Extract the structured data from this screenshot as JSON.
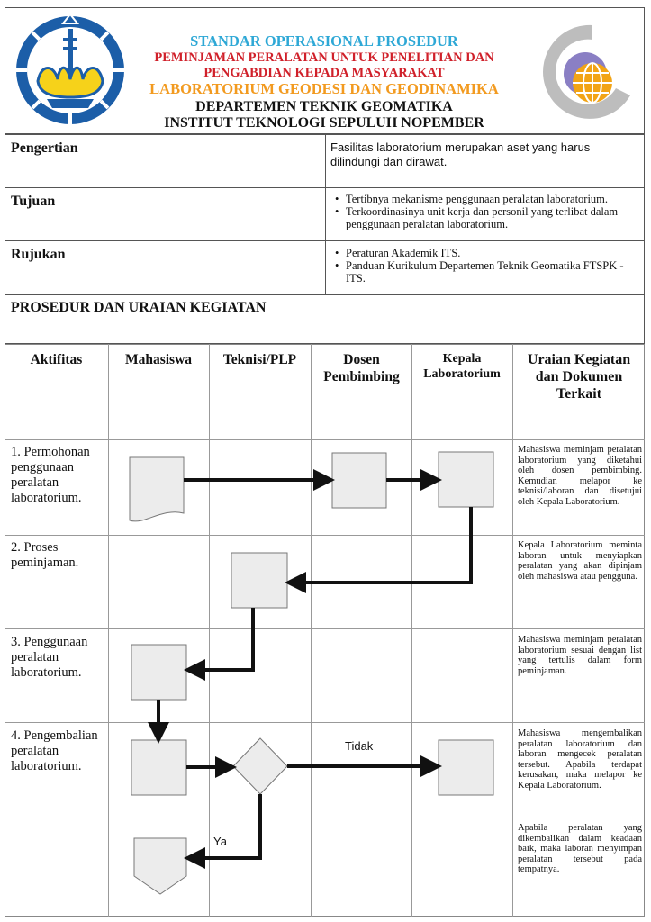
{
  "header": {
    "line1": "STANDAR OPERASIONAL PROSEDUR",
    "line2": "PEMINJAMAN PERALATAN UNTUK PENELITIAN DAN",
    "line3": "PENGABDIAN KEPADA MASYARAKAT",
    "line4": "LABORATORIUM GEODESI DAN GEODINAMIKA",
    "line5": "DEPARTEMEN TEKNIK GEOMATIKA",
    "line6": "INSTITUT TEKNOLOGI SEPULUH NOPEMBER",
    "colors": {
      "blue": "#2ea8d6",
      "red": "#d0202a",
      "orange": "#f29a1f",
      "black": "#111111"
    }
  },
  "info": {
    "pengertian_label": "Pengertian",
    "pengertian_text": "Fasilitas laboratorium merupakan aset yang harus dilindungi dan dirawat.",
    "tujuan_label": "Tujuan",
    "tujuan_items": [
      "Tertibnya mekanisme penggunaan peralatan laboratorium.",
      "Terkoordinasinya unit kerja dan personil yang terlibat dalam penggunaan peralatan laboratorium."
    ],
    "rujukan_label": "Rujukan",
    "rujukan_items": [
      "Peraturan Akademik ITS.",
      "Panduan Kurikulum Departemen Teknik Geomatika FTSPK -ITS."
    ]
  },
  "procedure": {
    "title": "PROSEDUR DAN URAIAN KEGIATAN",
    "columns": [
      "Aktifitas",
      "Mahasiswa",
      "Teknisi/PLP",
      "Dosen Pembimbing",
      "Kepala Laboratorium",
      "Uraian Kegiatan dan Dokumen Terkait"
    ],
    "rows": [
      {
        "activity": "1. Permohonan penggunaan peralatan laboratorium.",
        "description": "Mahasiswa meminjam peralatan laboratorium yang diketahui oleh dosen pembimbing. Kemudian melapor ke teknisi/laboran dan disetujui oleh Kepala Laboratorium."
      },
      {
        "activity": "2. Proses peminjaman.",
        "description": "Kepala Laboratorium meminta laboran untuk menyiapkan peralatan yang akan dipinjam oleh mahasiswa atau pengguna."
      },
      {
        "activity": "3. Penggunaan peralatan laboratorium.",
        "description": "Mahasiswa meminjam peralatan laboratorium sesuai dengan list yang tertulis dalam form peminjaman."
      },
      {
        "activity": "4. Pengembalian peralatan laboratorium.",
        "description": "Mahasiswa mengembalikan peralatan laboratorium dan laboran mengecek peralatan tersebut. Apabila terdapat kerusakan, maka melapor ke Kepala Laboratorium."
      },
      {
        "activity": "",
        "description": "Apabila peralatan yang dikembalikan dalam keadaan baik, maka laboran menyimpan peralatan tersebut pada tempatnya."
      }
    ],
    "label_no": "Tidak",
    "label_yes": "Ya"
  }
}
